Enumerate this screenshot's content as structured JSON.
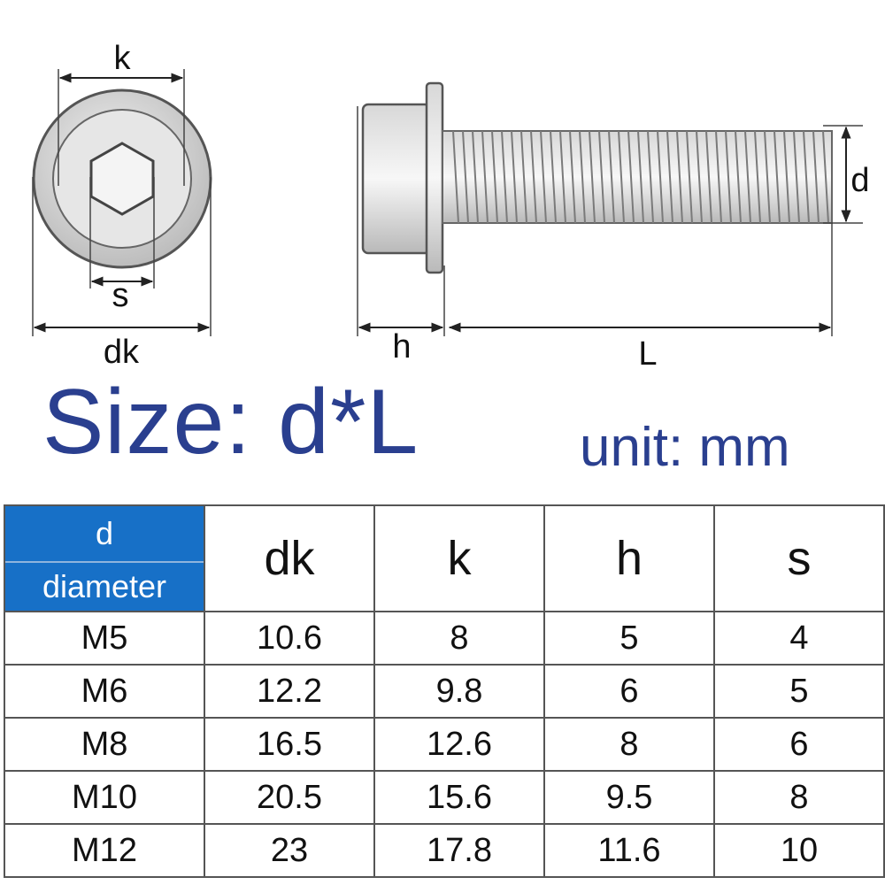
{
  "drawing": {
    "labels": {
      "k": "k",
      "s": "s",
      "dk": "dk",
      "h": "h",
      "L": "L",
      "d": "d"
    }
  },
  "title": "Size: d*L",
  "unit": "unit: mm",
  "table": {
    "header_d_top": "d",
    "header_d_bottom": "diameter",
    "headers": [
      "dk",
      "k",
      "h",
      "s"
    ],
    "rows": [
      [
        "M5",
        "10.6",
        "8",
        "5",
        "4"
      ],
      [
        "M6",
        "12.2",
        "9.8",
        "6",
        "5"
      ],
      [
        "M8",
        "16.5",
        "12.6",
        "8",
        "6"
      ],
      [
        "M10",
        "20.5",
        "15.6",
        "9.5",
        "8"
      ],
      [
        "M12",
        "23",
        "17.8",
        "11.6",
        "10"
      ]
    ]
  }
}
